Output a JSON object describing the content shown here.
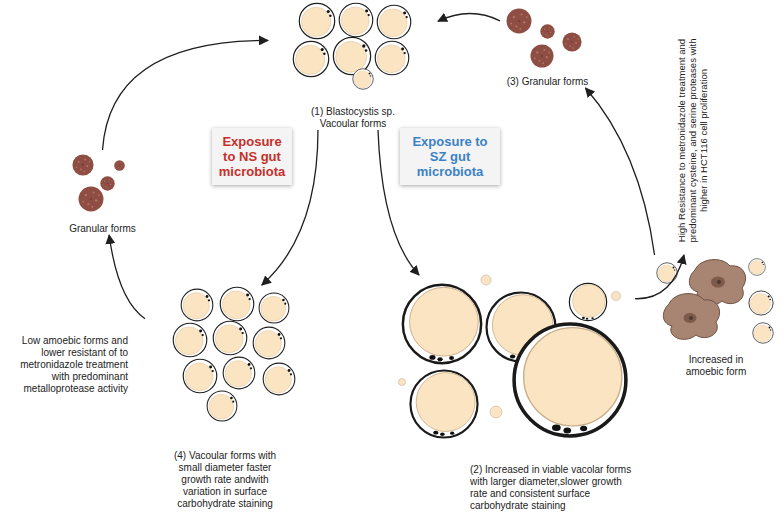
{
  "diagram": {
    "nodes": [
      {
        "text": [
          "(1) Blastocystis sp. Vacoular forms"
        ]
      },
      {
        "text": [
          "Exposure to NS gut microbiota"
        ]
      },
      {
        "text": [
          "Exposure to SZ gut microbiota"
        ]
      },
      {
        "text": [
          "(4) Vacoular forms with small diameter faster growth rate andwith variation in surface carbohydrate staining"
        ]
      },
      {
        "text": [
          "(2) Increased in viable vacolar forms with larger diameter,slower growth rate and consistent surface carbohydrate staining"
        ]
      },
      {
        "text": [
          "Increased in amoebic form"
        ]
      },
      {
        "text": [
          "(3) Granular forms"
        ]
      },
      {
        "text": [
          "Granular forms"
        ]
      }
    ],
    "edges": [
      {
        "from": 0,
        "to": 3,
        "arrow": "to"
      },
      {
        "from": 0,
        "to": 4,
        "arrow": "to"
      },
      {
        "from": 4,
        "to": 5,
        "arrow": "to"
      },
      {
        "from": 5,
        "to": 6,
        "arrow": "to"
      },
      {
        "from": 6,
        "to": 0,
        "arrow": "to"
      },
      {
        "from": 3,
        "to": 7,
        "arrow": "to"
      },
      {
        "from": 7,
        "to": 0,
        "arrow": "to"
      }
    ],
    "labels": [
      "Low amoebic forms and lower resistant of to metronidazole treatment with predominant metalloprotease activity",
      "High Resistance to metronidazole treatment and predominant cysteine, and serine proteases with higher in HCT116 cell proliferation"
    ]
  }
}
